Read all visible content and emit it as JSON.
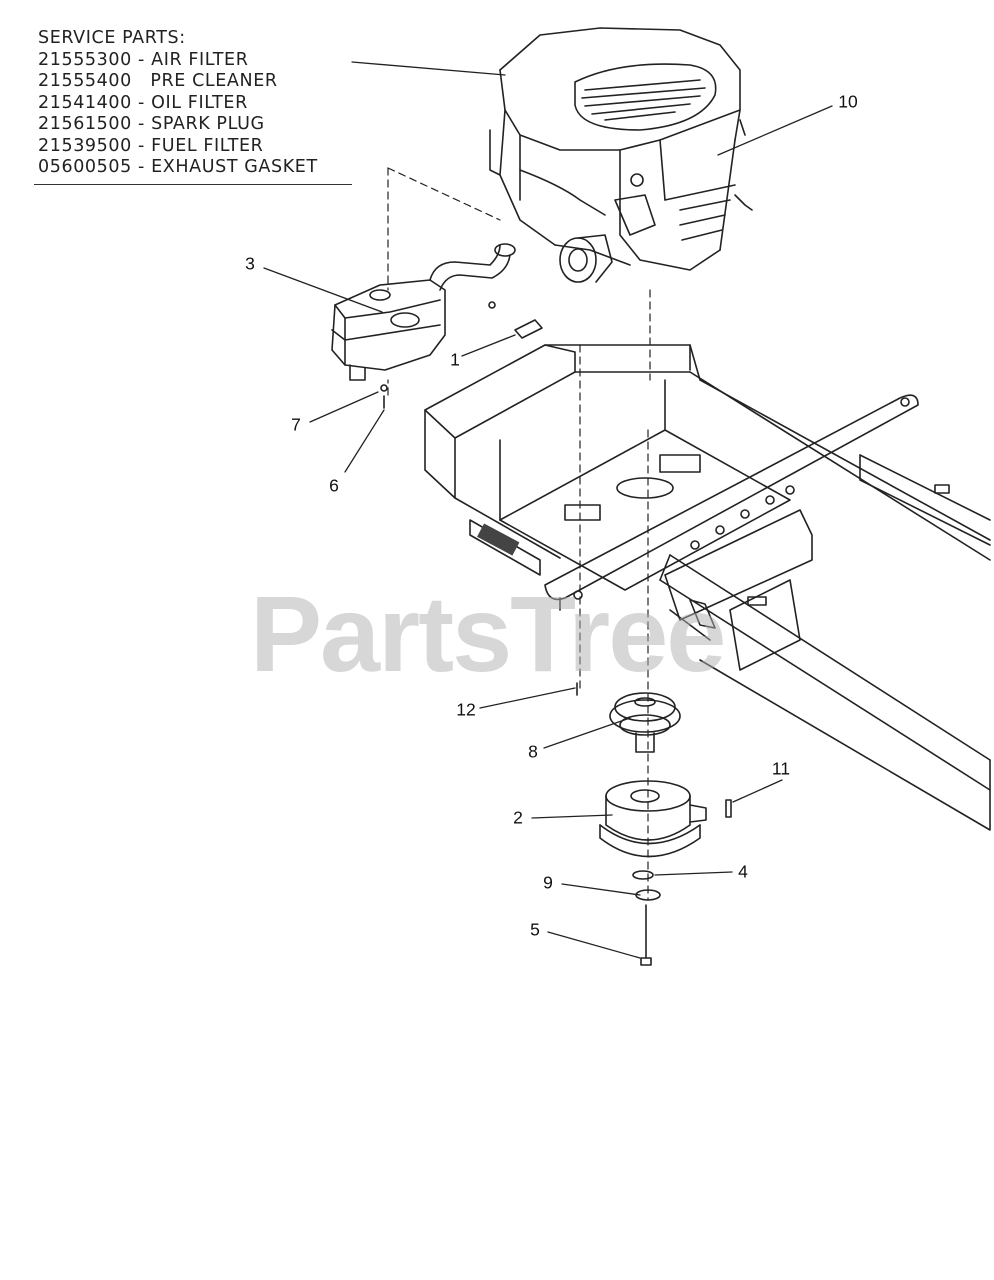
{
  "service_parts": {
    "heading": "SERVICE PARTS:",
    "items": [
      {
        "part_number": "21555300",
        "separator": " - ",
        "name": "AIR FILTER"
      },
      {
        "part_number": "21555400",
        "separator": "   ",
        "name": "PRE CLEANER"
      },
      {
        "part_number": "21541400",
        "separator": " - ",
        "name": "OIL FILTER"
      },
      {
        "part_number": "21561500",
        "separator": " - ",
        "name": "SPARK PLUG"
      },
      {
        "part_number": "21539500",
        "separator": " - ",
        "name": "FUEL FILTER"
      },
      {
        "part_number": "05600505",
        "separator": " - ",
        "name": "EXHAUST GASKET"
      }
    ]
  },
  "callouts": {
    "c1": "1",
    "c2": "2",
    "c3": "3",
    "c4": "4",
    "c5": "5",
    "c6": "6",
    "c7": "7",
    "c8": "8",
    "c9": "9",
    "c10": "10",
    "c11": "11",
    "c12": "12"
  },
  "watermark": "PartsTree",
  "colors": {
    "line": "#222222",
    "text": "#111111",
    "watermark": "#afafaf",
    "background": "#ffffff"
  }
}
